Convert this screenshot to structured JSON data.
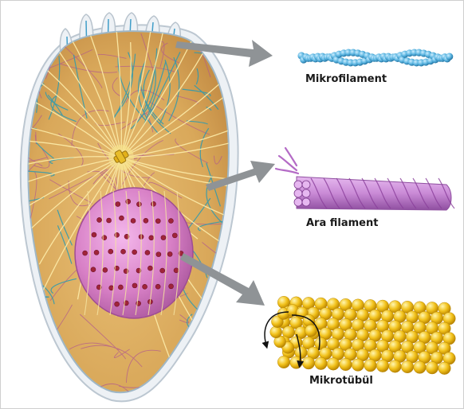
{
  "figure": {
    "labels": {
      "microfilament": "Mikrofilament",
      "intermediate_filament": "Ara filament",
      "microtubule": "Mikrotübül"
    },
    "colors": {
      "cytoplasm": "#d9a85a",
      "membrane": "#eef2f6",
      "nucleus": "#d77fc5",
      "nucleus_pore": "#a0243a",
      "microfilament": "#5ab4e0",
      "intermediate_filament": "#c98ad6",
      "microtubule": "#f2c21c",
      "arrow": "#8f9396"
    }
  }
}
